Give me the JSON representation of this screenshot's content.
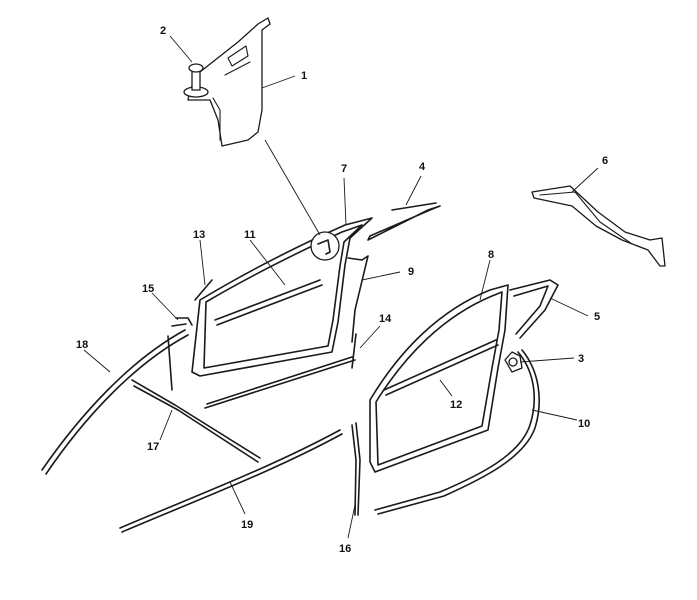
{
  "colors": {
    "line": "#1a1a1a",
    "background": "#ffffff"
  },
  "callouts": {
    "c1": "1",
    "c2": "2",
    "c3": "3",
    "c4": "4",
    "c5": "5",
    "c6": "6",
    "c7": "7",
    "c8": "8",
    "c9": "9",
    "c10": "10",
    "c11": "11",
    "c12": "12",
    "c13": "13",
    "c14": "14",
    "c15": "15",
    "c16": "16",
    "c17": "17",
    "c18": "18",
    "c19": "19"
  }
}
